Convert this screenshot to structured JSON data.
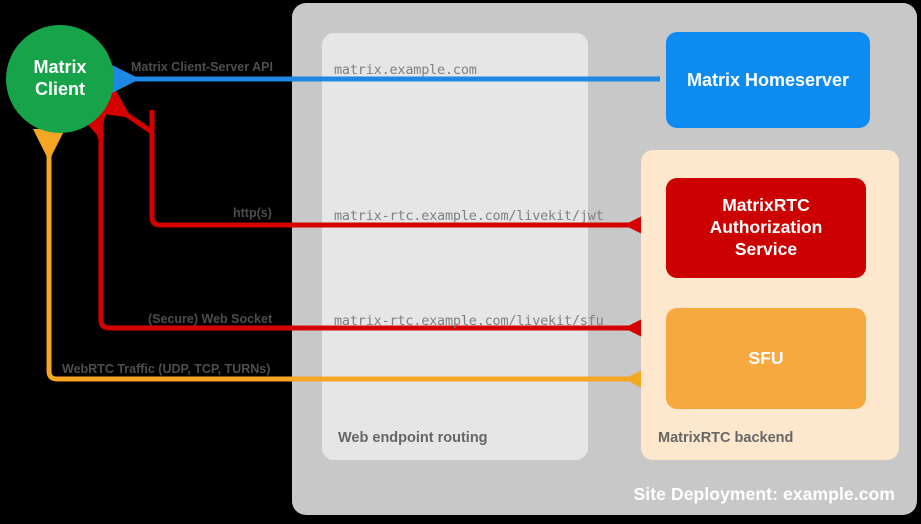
{
  "diagram": {
    "title": "MatrixRTC deployment / web endpoint routing",
    "site": {
      "deployment_label": "Site Deployment: example.com",
      "container_color": "#c8c8c8"
    },
    "routing": {
      "label": "Web endpoint routing",
      "container_color": "#e6e6e6",
      "endpoints": [
        {
          "name": "matrix-homeserver-endpoint",
          "text": "matrix.example.com"
        },
        {
          "name": "livekit-jwt-endpoint",
          "text": "matrix-rtc.example.com/livekit/jwt"
        },
        {
          "name": "livekit-sfu-endpoint",
          "text": "matrix-rtc.example.com/livekit/sfu"
        }
      ]
    },
    "backend": {
      "label": "MatrixRTC backend",
      "container_color": "#fde8cd"
    },
    "nodes": [
      {
        "name": "matrix-client",
        "label": "Matrix\nClient",
        "color": "#16a34a",
        "shape": "circle"
      },
      {
        "name": "matrix-homeserver",
        "label": "Matrix Homeserver",
        "color": "#0d8bf0",
        "shape": "rounded-rect"
      },
      {
        "name": "matrixrtc-authorization-service",
        "label": "MatrixRTC\nAuthorization\nService",
        "color": "#cc0000",
        "shape": "rounded-rect"
      },
      {
        "name": "sfu",
        "label": "SFU",
        "color": "#f7a93f",
        "shape": "rounded-rect"
      }
    ],
    "flows": [
      {
        "name": "matrix-client-server-api",
        "label": "Matrix Client-Server API",
        "color": "#1e88e5",
        "direction": "homeserver-to-client"
      },
      {
        "name": "http-s",
        "label": "http(s)",
        "color": "#d40000",
        "direction": "auth-service-to-client"
      },
      {
        "name": "secure-web-socket",
        "label": "(Secure) Web Socket",
        "color": "#d40000",
        "direction": "sfu-to-client"
      },
      {
        "name": "webrtc-traffic",
        "label": "WebRTC Traffic (UDP, TCP, TURNs)",
        "color": "#f5a623",
        "direction": "sfu-to-client"
      }
    ]
  }
}
